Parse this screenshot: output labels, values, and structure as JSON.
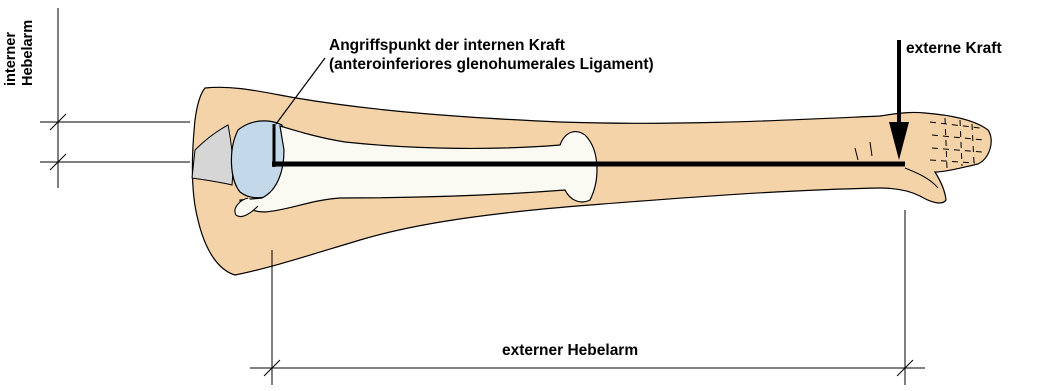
{
  "labels": {
    "internal_force_point_line1": "Angriffspunkt der internen Kraft",
    "internal_force_point_line2": "(anteroinferiores glenohumerales Ligament)",
    "external_force": "externe Kraft",
    "external_lever_arm": "externer Hebelarm",
    "internal_lever_arm_line1": "interner",
    "internal_lever_arm_line2": "Hebelarm"
  },
  "colors": {
    "skin": "#f5d3a8",
    "bone": "#fbfaf2",
    "joint": "#c3d8e8",
    "outline": "#000000"
  }
}
